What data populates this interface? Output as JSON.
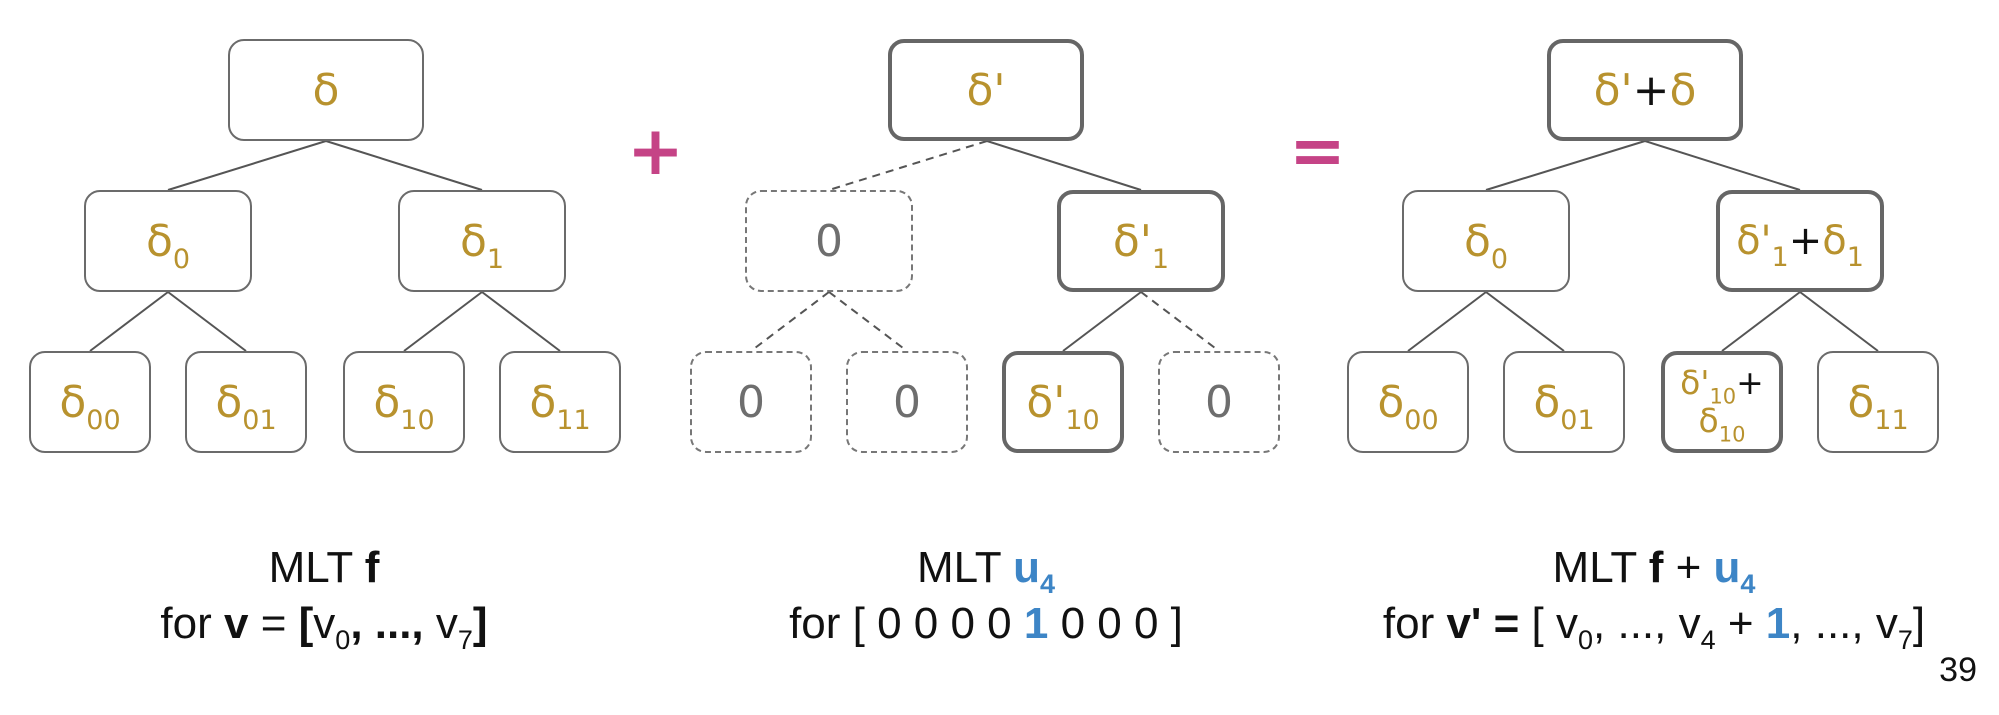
{
  "trees": {
    "f": {
      "root": "δ",
      "left": {
        "base": "δ",
        "sub": "0"
      },
      "right": {
        "base": "δ",
        "sub": "1"
      },
      "leaves": [
        {
          "base": "δ",
          "sub": "00"
        },
        {
          "base": "δ",
          "sub": "01"
        },
        {
          "base": "δ",
          "sub": "10"
        },
        {
          "base": "δ",
          "sub": "11"
        }
      ]
    },
    "u4": {
      "root": "δ'",
      "left": "0",
      "right": {
        "base": "δ'",
        "sub": "1"
      },
      "leaves": [
        "0",
        "0",
        {
          "base": "δ'",
          "sub": "10"
        },
        "0"
      ]
    },
    "sum": {
      "root": {
        "a": "δ'",
        "plus": "+",
        "b": "δ"
      },
      "left": {
        "base": "δ",
        "sub": "0"
      },
      "right": {
        "a": "δ'",
        "a_sub": "1",
        "plus": "+",
        "b": "δ",
        "b_sub": "1"
      },
      "leaves": [
        {
          "base": "δ",
          "sub": "00"
        },
        {
          "base": "δ",
          "sub": "01"
        },
        {
          "a": "δ'",
          "a_sub": "10",
          "plus": "+",
          "b": "δ",
          "b_sub": "10"
        },
        {
          "base": "δ",
          "sub": "11"
        }
      ]
    }
  },
  "operators": {
    "plus": "+",
    "equals": "="
  },
  "captions": {
    "f": {
      "mlt": "MLT ",
      "name": "f",
      "for": "for ",
      "v": "v",
      "eq": " = ",
      "lb": "[",
      "v0": "v",
      "v0_sub": "0",
      "mid": ", ..., ",
      "v7": "v",
      "v7_sub": "7",
      "rb": "]"
    },
    "u4": {
      "mlt": "MLT ",
      "name": "u",
      "name_sub": "4",
      "vec_start": "for [ 0 0 0 0 ",
      "one": "1",
      "vec_end": " 0 0 0 ]"
    },
    "sum": {
      "mlt": "MLT ",
      "f": "f",
      "plus": " + ",
      "u": "u",
      "u_sub": "4",
      "for": "for ",
      "vp": "v'",
      "eq": " = ",
      "lb": "[ ",
      "v0": "v",
      "v0_sub": "0",
      "mid1": ", ..., ",
      "v4": "v",
      "v4_sub": "4",
      "plus2": " + ",
      "one": "1",
      "mid2": ", ..., ",
      "v7": "v",
      "v7_sub": "7",
      "rb": "]"
    }
  },
  "page_number": "39",
  "colors": {
    "delta": "#b8922e",
    "operator": "#c54386",
    "highlight": "#3d85c6"
  }
}
